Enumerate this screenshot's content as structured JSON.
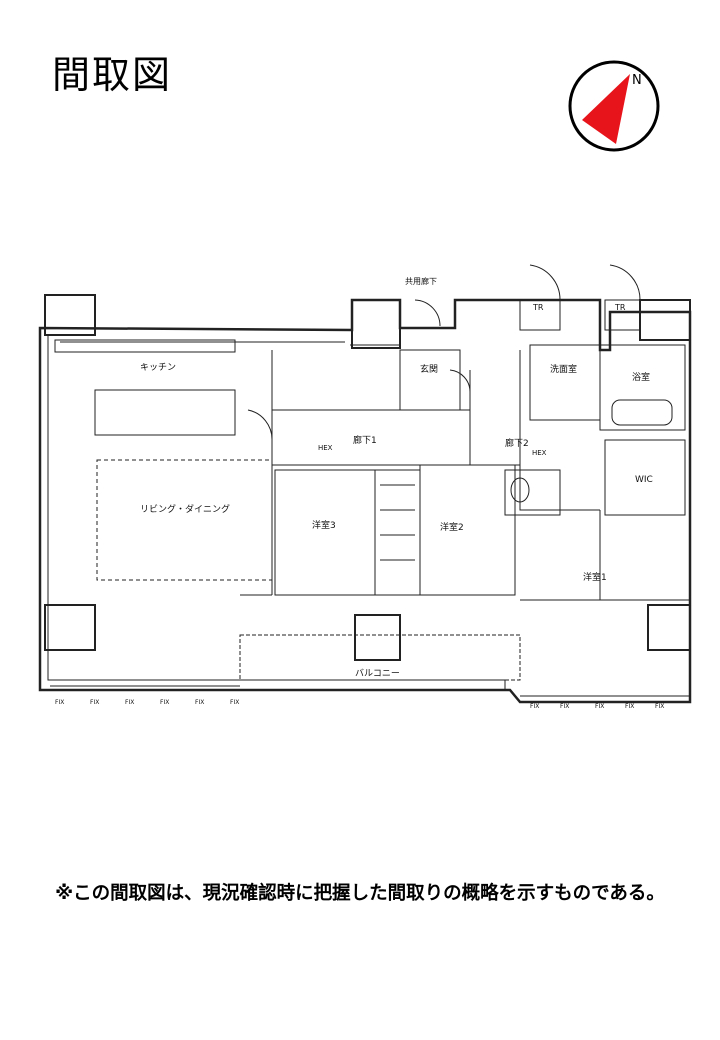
{
  "header": {
    "title": "間取図"
  },
  "compass": {
    "north_label": "N",
    "needle_color": "#e8141b"
  },
  "floorplan": {
    "rooms": {
      "kitchen": "キッチン",
      "living_dining": "リビング・ダイニング",
      "western_room_1": "洋室1",
      "western_room_2": "洋室2",
      "western_room_3": "洋室3",
      "entrance": "玄関",
      "hallway_1": "廊下1",
      "hallway_2": "廊下2",
      "washroom": "洗面室",
      "bathroom": "浴室",
      "wic": "WIC",
      "balcony": "バルコニー",
      "common_corridor": "共用廊下"
    },
    "tags": {
      "tr": "TR",
      "hex": "HEX",
      "fix": "FIX"
    }
  },
  "footer": {
    "note": "※この間取図は、現況確認時に把握した間取りの概略を示すものである。"
  }
}
